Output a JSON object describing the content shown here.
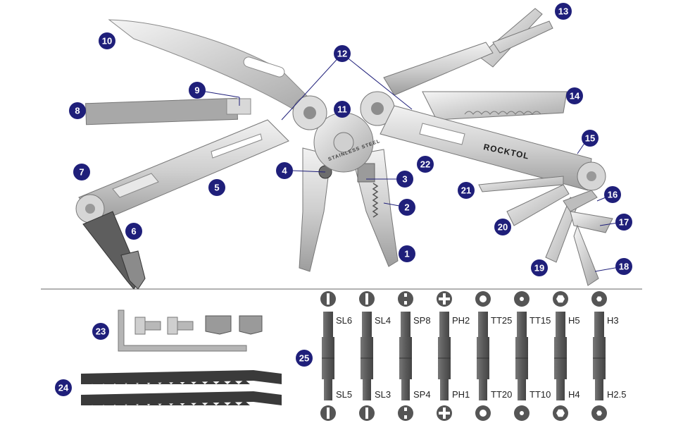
{
  "product": {
    "brand": "ROCKTOL",
    "pivot_engraving": "STAINLESS STEEL"
  },
  "theme": {
    "badge_color": "#1f1f7a",
    "badge_text_color": "#ffffff",
    "steel_light": "#e6e6e6",
    "steel_mid": "#c4c4c4",
    "steel_dark": "#8a8a8a",
    "bit_dark": "#5a5a5a",
    "divider_color": "#666666"
  },
  "callouts": [
    {
      "id": "1",
      "label": "1"
    },
    {
      "id": "2",
      "label": "2"
    },
    {
      "id": "3",
      "label": "3"
    },
    {
      "id": "4",
      "label": "4"
    },
    {
      "id": "5",
      "label": "5"
    },
    {
      "id": "6",
      "label": "6"
    },
    {
      "id": "7",
      "label": "7"
    },
    {
      "id": "8",
      "label": "8"
    },
    {
      "id": "9",
      "label": "9"
    },
    {
      "id": "10",
      "label": "10"
    },
    {
      "id": "11",
      "label": "11"
    },
    {
      "id": "12",
      "label": "12"
    },
    {
      "id": "13",
      "label": "13"
    },
    {
      "id": "14",
      "label": "14"
    },
    {
      "id": "15",
      "label": "15"
    },
    {
      "id": "16",
      "label": "16"
    },
    {
      "id": "17",
      "label": "17"
    },
    {
      "id": "18",
      "label": "18"
    },
    {
      "id": "19",
      "label": "19"
    },
    {
      "id": "20",
      "label": "20"
    },
    {
      "id": "21",
      "label": "21"
    },
    {
      "id": "22",
      "label": "22"
    },
    {
      "id": "23",
      "label": "23"
    },
    {
      "id": "24",
      "label": "24"
    },
    {
      "id": "25",
      "label": "25"
    }
  ],
  "bits": [
    {
      "top": "SL6",
      "bottom": "SL5",
      "tip_icon": "slot-icon"
    },
    {
      "top": "SL4",
      "bottom": "SL3",
      "tip_icon": "slot-icon"
    },
    {
      "top": "SP8",
      "bottom": "SP4",
      "tip_icon": "spanner-icon"
    },
    {
      "top": "PH2",
      "bottom": "PH1",
      "tip_icon": "phillips-icon"
    },
    {
      "top": "TT25",
      "bottom": "TT20",
      "tip_icon": "torx-icon"
    },
    {
      "top": "TT15",
      "bottom": "TT10",
      "tip_icon": "torx-small-icon"
    },
    {
      "top": "H5",
      "bottom": "H4",
      "tip_icon": "hex-icon"
    },
    {
      "top": "H3",
      "bottom": "H2.5",
      "tip_icon": "hex-small-icon"
    }
  ]
}
